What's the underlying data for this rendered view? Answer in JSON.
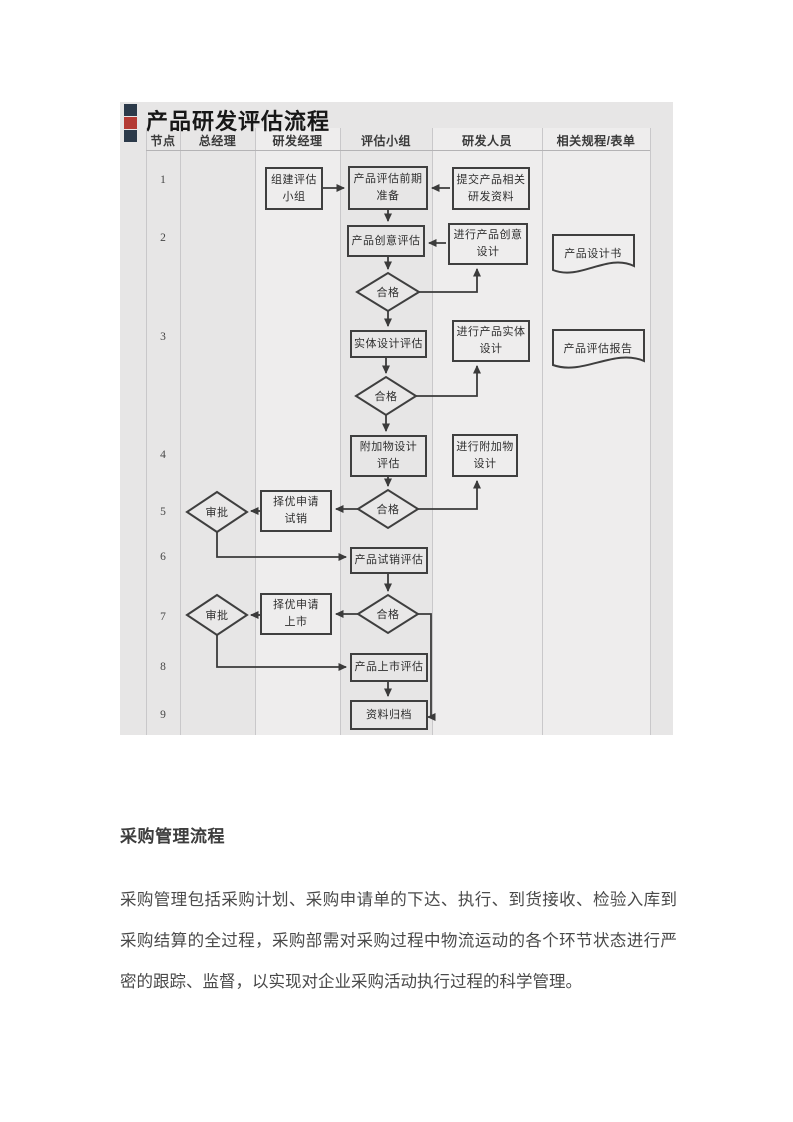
{
  "flowchart": {
    "title": "产品研发评估流程",
    "columns": [
      "节点",
      "总经理",
      "研发经理",
      "评估小组",
      "研发人员",
      "相关规程/表单"
    ],
    "node_numbers": [
      "1",
      "2",
      "3",
      "4",
      "5",
      "6",
      "7",
      "8",
      "9"
    ],
    "boxes": {
      "form_team": [
        "组建评估",
        "小组"
      ],
      "pre_eval": [
        "产品评估前期",
        "准备"
      ],
      "submit_materials": [
        "提交产品相关",
        "研发资料"
      ],
      "idea_eval": [
        "产品创意评估"
      ],
      "idea_design": [
        "进行产品创意",
        "设计"
      ],
      "entity_eval": [
        "实体设计评估"
      ],
      "entity_design": [
        "进行产品实体",
        "设计"
      ],
      "addon_eval": [
        "附加物设计",
        "评估"
      ],
      "addon_design": [
        "进行附加物",
        "设计"
      ],
      "apply_trial": [
        "择优申请",
        "试销"
      ],
      "trial_eval": [
        "产品试销评估"
      ],
      "apply_launch": [
        "择优申请",
        "上市"
      ],
      "launch_eval": [
        "产品上市评估"
      ],
      "archive": [
        "资料归档"
      ]
    },
    "decisions": {
      "pass": "合格",
      "approve": "审批"
    },
    "documents": {
      "design_doc": "产品设计书",
      "eval_report": "产品评估报告"
    },
    "colors": {
      "bullet_dark": "#2c3a4a",
      "bullet_red": "#b43a33",
      "panel_bg": "#e7e6e6",
      "line": "#3b3b3b",
      "grid": "#c9c8ca"
    }
  },
  "section": {
    "heading": "采购管理流程",
    "paragraph_lines": [
      "采购管理包括采购计划、采购申请单的下达、执行、到货接收、检验入库到",
      "采购结算的全过程，采购部需对采购过程中物流运动的各个环节状态进行严",
      "密的跟踪、监督，以实现对企业采购活动执行过程的科学管理。"
    ]
  }
}
